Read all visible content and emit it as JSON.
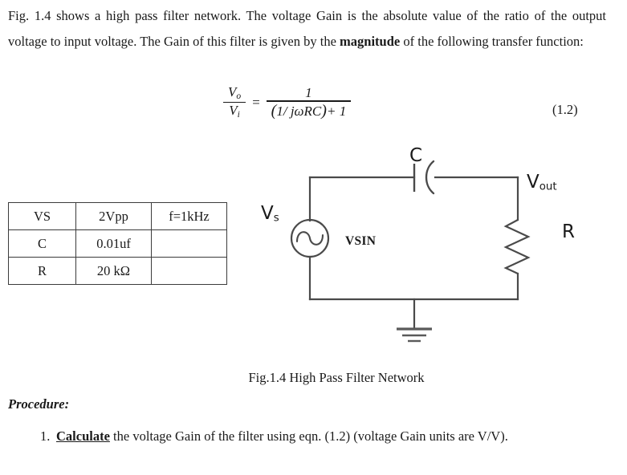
{
  "document": {
    "intro_paragraph": {
      "part1": "Fig. 1.4 shows a high pass filter network. The voltage Gain is the absolute value of the ratio of the output voltage to input voltage.  The Gain of this filter is given by the ",
      "bold_word": "magnitude",
      "part2": " of the following transfer function:"
    },
    "equation": {
      "lhs_numerator": "V",
      "lhs_numerator_sub": "o",
      "lhs_denominator": "V",
      "lhs_denominator_sub": "i",
      "equals": "=",
      "rhs_numerator": "1",
      "rhs_denominator_open": "(",
      "rhs_denominator_body": "1/ jωRC",
      "rhs_denominator_close": ")",
      "rhs_denominator_tail": "+ 1",
      "number": "(1.2)"
    },
    "parameter_table": {
      "rows": [
        {
          "name": "VS",
          "value": "2Vpp",
          "extra": "f=1kHz"
        },
        {
          "name": "C",
          "value": "0.01uf",
          "extra": ""
        },
        {
          "name": "R",
          "value": "20 kΩ",
          "extra": ""
        }
      ]
    },
    "circuit": {
      "label_capacitor": "C",
      "label_vout": "V",
      "label_vout_sub": "out",
      "label_source": "V",
      "label_source_sub": "s",
      "label_resistor": "R",
      "label_vsin": "VSIN",
      "line_color": "#4a4a4a",
      "ground_color": "#5a5a5a"
    },
    "figure_caption": "Fig.1.4 High Pass Filter Network",
    "procedure": {
      "heading": "Procedure:",
      "items": [
        {
          "number": "1.",
          "emphasis": "Calculate",
          "text": " the voltage Gain of the filter using eqn. (1.2) (voltage Gain units are V/V)."
        }
      ]
    }
  }
}
